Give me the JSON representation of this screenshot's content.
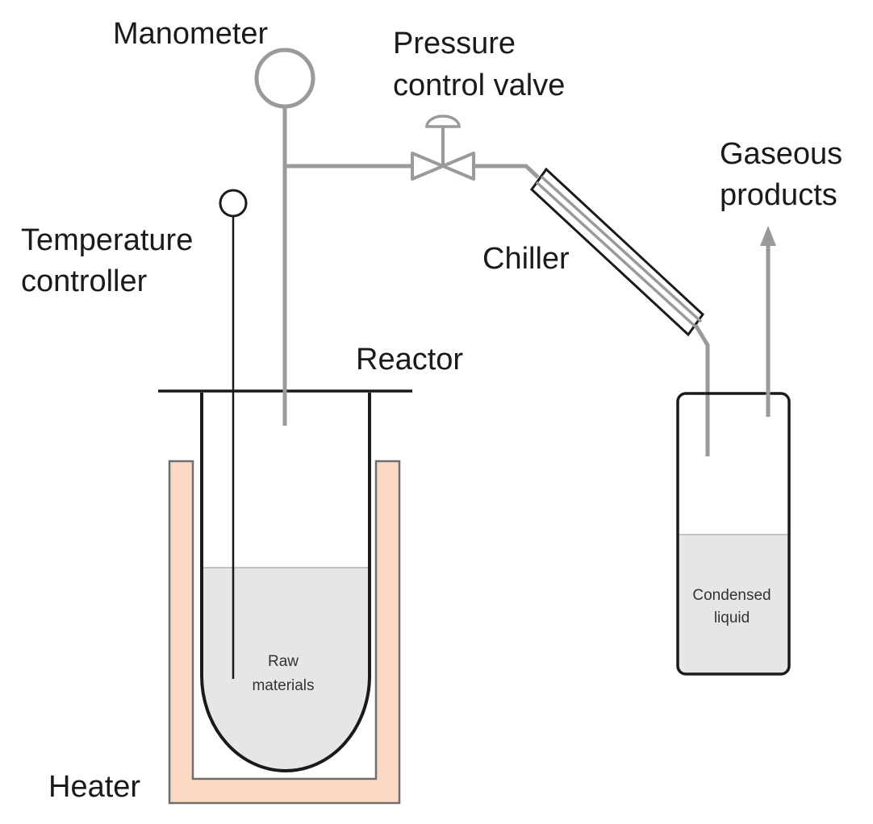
{
  "labels": {
    "manometer": "Manometer",
    "pressure_valve_line1": "Pressure",
    "pressure_valve_line2": "control valve",
    "gaseous_line1": "Gaseous",
    "gaseous_line2": "products",
    "temperature_line1": "Temperature",
    "temperature_line2": "controller",
    "chiller": "Chiller",
    "reactor": "Reactor",
    "heater": "Heater",
    "raw_line1": "Raw",
    "raw_line2": "materials",
    "condensed_line1": "Condensed",
    "condensed_line2": "liquid"
  },
  "colors": {
    "pipe": "#9a9a9a",
    "outline": "#1a1a1a",
    "heater_fill": "#fcd9c2",
    "heater_stroke": "#6e6e6e",
    "liquid": "#e6e6e6"
  }
}
